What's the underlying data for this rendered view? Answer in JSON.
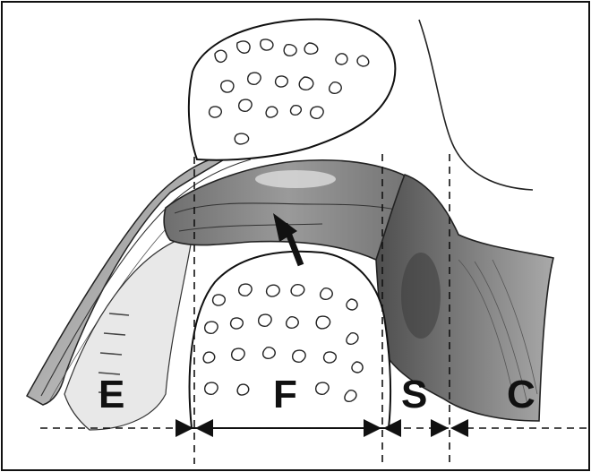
{
  "figure": {
    "zone_labels": [
      {
        "key": "E",
        "text": "E"
      },
      {
        "key": "F",
        "text": "F"
      },
      {
        "key": "S",
        "text": "S"
      },
      {
        "key": "C",
        "text": "C"
      }
    ],
    "colors": {
      "ink": "#111111",
      "tissue_dark": "#5a5a5a",
      "tissue_mid": "#8c8c8c",
      "tissue_light": "#c8c8c8",
      "background": "#ffffff"
    },
    "icons": [
      "up-arrow",
      "double-headed-arrow",
      "dashed-divider"
    ]
  }
}
